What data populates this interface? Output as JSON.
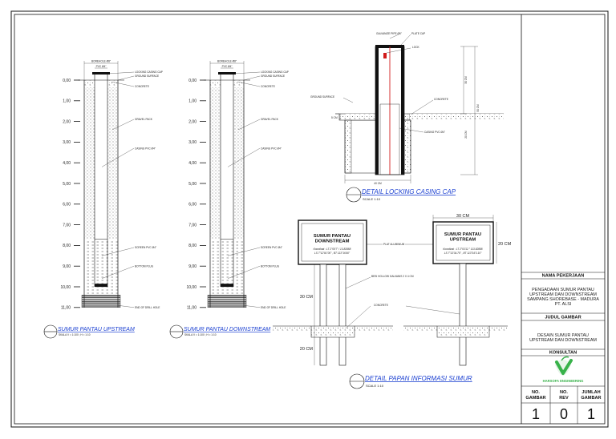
{
  "wells": [
    {
      "title": "SUMUR PANTAU UPSTREAM",
      "scale": "SKALA V = 1:100 ; H = 1:10",
      "labels": {
        "borehole": "BOREHOLE Ø8\"",
        "pvc": "PVC Ø4\"",
        "locking_cap": "LOCKING CASING CAP",
        "ground_surface": "GROUND SURFACE",
        "concrete": "CONCRETE",
        "gravel_pack": "GRAVEL PACK",
        "casing": "CASING PVC Ø4\"",
        "screen": "SCREEN PVC Ø4\"",
        "bottom_plug": "BOTTOM PLUG",
        "end_drill": "END OF DRILL HOLE"
      }
    },
    {
      "title": "SUMUR PANTAU DOWNSTREAM",
      "scale": "SKALA V = 1:100 ; H = 1:10",
      "labels": {
        "borehole": "BOREHOLE Ø8\"",
        "pvc": "PVC Ø4\"",
        "locking_cap": "LOCKING CASING CAP",
        "ground_surface": "GROUND SURFACE",
        "concrete": "CONCRETE",
        "gravel_pack": "GRAVEL PACK",
        "casing": "CASING PVC Ø4\"",
        "screen": "SCREEN PVC Ø4\"",
        "bottom_plug": "BOTTOM PLUG",
        "end_drill": "END OF DRILL HOLE"
      }
    }
  ],
  "depths": [
    "0,00",
    "1,00",
    "2,00",
    "3,00",
    "4,00",
    "5,00",
    "6,00",
    "7,00",
    "8,00",
    "9,00",
    "10,00",
    "11,00"
  ],
  "cap_detail": {
    "title": "DETAIL LOCKING CASING CAP",
    "scale": "SCALE 1:10",
    "galvanize": "GALVANIZE PIPE Ø6\"",
    "plate_cap": "PLATE CAP",
    "lock": "LOCK",
    "ground_surface": "GROUND SURFACE",
    "concrete": "CONCRETE",
    "casing": "CASING PVC Ø4\"",
    "dim_30": "30 CM",
    "dim_50": "50 CM",
    "dim_20": "20 CM",
    "dim_40": "40 CM",
    "dim_5": "5 CM"
  },
  "sign_detail": {
    "title": "DETAIL PAPAN INFORMASI SUMUR",
    "scale": "SCALE 1:10",
    "sign_left": {
      "line1": "SUMUR PANTAU",
      "line2": "DOWNSTREAM",
      "coord1": "Koordinat : LT 2°05'7\" / 13.82888",
      "coord2": "LS 7°12'91\"00\" , BT 113°16'40\""
    },
    "sign_right": {
      "line1": "SUMUR PANTAU",
      "line2": "UPSTREAM",
      "coord1": "Koordinat : LT 2°03'12 \" 113.82888",
      "coord2": "LS 7°13'34.75\" , BT 113°16'3.10\""
    },
    "plat": "PLAT ALUMINIUM",
    "besi": "BESI HOLLOW GALVANIS 2 X 4 CM",
    "concrete": "CONCRETE",
    "dim_30_top": "30 CM",
    "dim_20_side": "20 CM",
    "dim_30_post": "30 CM",
    "dim_20_post": "20 CM"
  },
  "title_block": {
    "nama_pekerjaan_label": "NAMA PEKERJAAN",
    "nama_lines": [
      "PENGADAAN SUMUR PANTAU",
      "UPSTREAM DAN DOWNSTREAM",
      "SAMPANG SHOREBASE - MADURA",
      "PT. ALSI"
    ],
    "judul_label": "JUDUL GAMBAR",
    "judul_lines": [
      "DESAIN SUMUR PANTAU",
      "UPSTREAM DAN DOWNSTREAM"
    ],
    "konsultan_label": "KONSULTAN",
    "konsultan_name": "HARSOFA ENGINEERING",
    "no_gambar_label": [
      "NO.",
      "GAMBAR"
    ],
    "no_rev_label": [
      "NO.",
      "REV"
    ],
    "jumlah_label": [
      "JUMLAH",
      "GAMBAR"
    ],
    "no_gambar": "1",
    "no_rev": "0",
    "jumlah": "1"
  },
  "colors": {
    "line": "#111111",
    "accent_blue": "#1a3fd1",
    "red": "#d11a1a",
    "logo_green": "#38b24a"
  }
}
